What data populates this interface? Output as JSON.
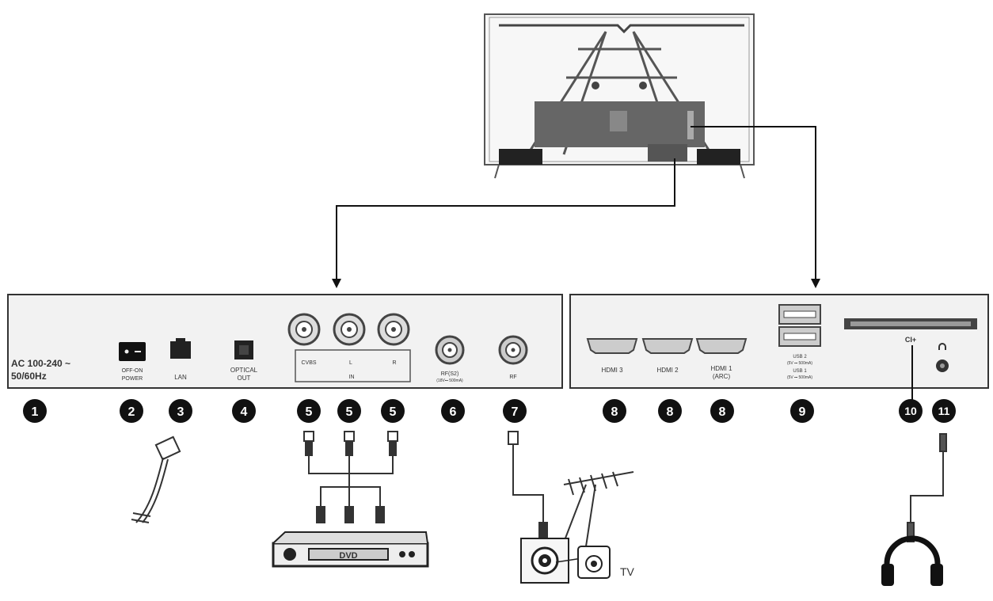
{
  "left_panel": {
    "power_spec_line1": "AC 100-240 ~",
    "power_spec_line2": "50/60Hz",
    "power_switch_line1": "OFF-ON",
    "power_switch_line2": "POWER",
    "lan": "LAN",
    "optical_line1": "OPTICAL",
    "optical_line2": "OUT",
    "cvbs": "CVBS",
    "audio_l": "L",
    "audio_r": "R",
    "in": "IN",
    "rf_s2": "RF(S2)",
    "rf_s2_sub": "(18V⎓ 500mA)",
    "rf": "RF"
  },
  "right_panel": {
    "hdmi3": "HDMI 3",
    "hdmi2": "HDMI 2",
    "hdmi1": "HDMI 1",
    "hdmi1_sub": "(ARC)",
    "usb2": "USB 2",
    "usb2_sub": "(5V ⎓ 500mA)",
    "usb1": "USB 1",
    "usb1_sub": "(5V ⎓ 500mA)",
    "ci": "CI+"
  },
  "badges": {
    "b1": "1",
    "b2": "2",
    "b3": "3",
    "b4": "4",
    "b5a": "5",
    "b5b": "5",
    "b5c": "5",
    "b6": "6",
    "b7": "7",
    "b8a": "8",
    "b8b": "8",
    "b8c": "8",
    "b9": "9",
    "b10": "10",
    "b11": "11"
  },
  "devices": {
    "dvd": "DVD",
    "tv": "TV"
  }
}
